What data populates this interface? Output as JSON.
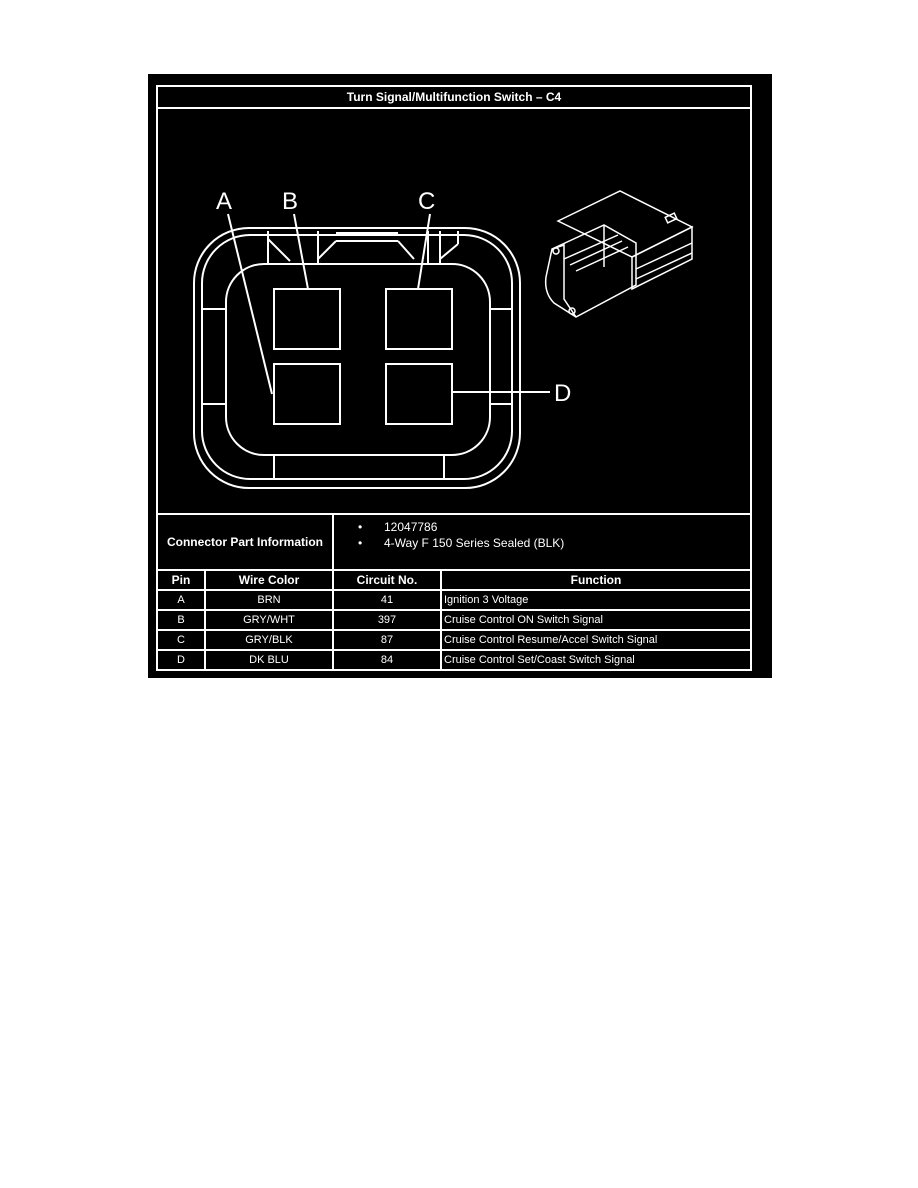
{
  "title": "Turn Signal/Multifunction Switch – C4",
  "diagram": {
    "pin_labels": [
      "A",
      "B",
      "C",
      "D"
    ],
    "icons": [
      "connector-face-view",
      "connector-3d-view"
    ]
  },
  "connector_info": {
    "label": "Connector Part Information",
    "items": [
      "12047786",
      "4-Way F 150 Series Sealed (BLK)"
    ]
  },
  "table": {
    "headers": [
      "Pin",
      "Wire Color",
      "Circuit No.",
      "Function"
    ],
    "rows": [
      {
        "pin": "A",
        "wire": "BRN",
        "circuit": "41",
        "function": "Ignition 3 Voltage"
      },
      {
        "pin": "B",
        "wire": "GRY/WHT",
        "circuit": "397",
        "function": "Cruise Control ON Switch Signal"
      },
      {
        "pin": "C",
        "wire": "GRY/BLK",
        "circuit": "87",
        "function": "Cruise Control Resume/Accel Switch Signal"
      },
      {
        "pin": "D",
        "wire": "DK BLU",
        "circuit": "84",
        "function": "Cruise Control Set/Coast Switch Signal"
      }
    ]
  },
  "colors": {
    "background": "#000000",
    "lines": "#ffffff",
    "page": "#ffffff"
  }
}
